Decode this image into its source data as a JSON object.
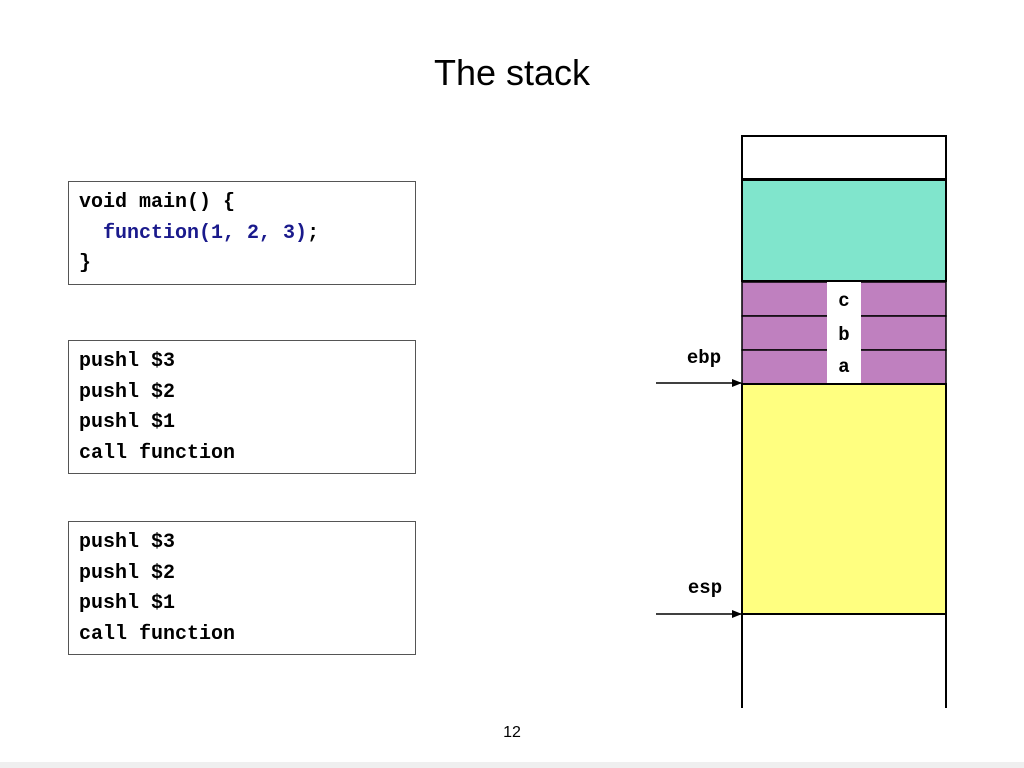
{
  "slide": {
    "title": "The stack",
    "page_number": "12"
  },
  "code_boxes": [
    {
      "lines": [
        "void main() {",
        "function(1, 2, 3)",
        ";",
        "}"
      ]
    },
    {
      "lines": [
        "pushl $3",
        "pushl $2",
        "pushl $1",
        "call function"
      ]
    },
    {
      "lines": [
        "pushl $3",
        "pushl $2",
        "pushl $1",
        "call function"
      ]
    }
  ],
  "stack": {
    "args": [
      "c",
      "b",
      "a"
    ],
    "pointers": {
      "ebp": "ebp",
      "esp": "esp"
    },
    "colors": {
      "caller_frame": "#80e5cc",
      "args": "#bf80bf",
      "current_frame": "#ffff80",
      "function_call": "#1a1a8c"
    }
  }
}
